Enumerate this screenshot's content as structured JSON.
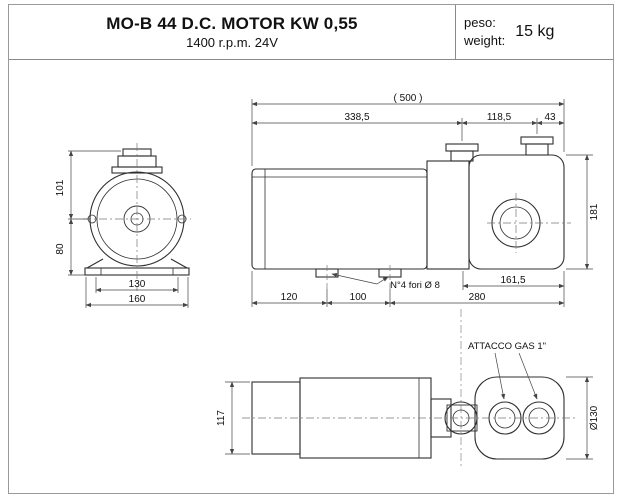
{
  "title_block": {
    "title": "MO-B 44 D.C. MOTOR KW 0,55",
    "subtitle": "1400 r.p.m. 24V",
    "peso_label": "peso:",
    "weight_label": "weight:",
    "weight_value": "15 kg"
  },
  "front_view": {
    "dim_height_top": "101",
    "dim_height_bottom": "80",
    "dim_base_inner": "130",
    "dim_base_outer": "160"
  },
  "side_view": {
    "dim_overall": "( 500 )",
    "dim_motor_length": "338,5",
    "dim_port_spacing": "118,5",
    "dim_port_to_end": "43",
    "dim_total_height": "181",
    "dim_foot_offset": "120",
    "dim_foot_spacing": "100",
    "dim_foot_to_end": "280",
    "dim_pump_length": "161,5",
    "holes_note": "N°4 fori Ø 8"
  },
  "bottom_view": {
    "dim_body_width": "117",
    "dim_pump_diameter": "Ø130",
    "port_note": "ATTACCO GAS 1\""
  }
}
